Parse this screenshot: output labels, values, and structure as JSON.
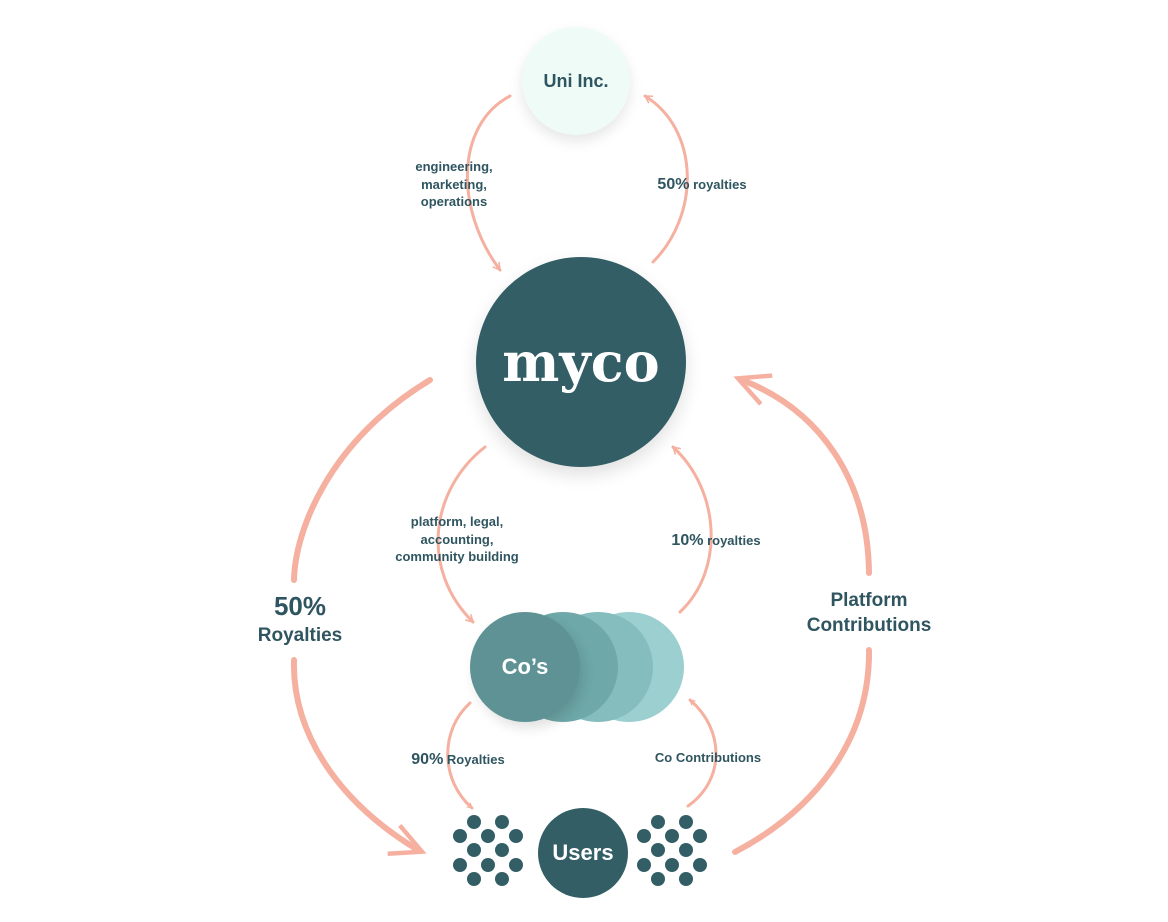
{
  "nodes": {
    "uni": "Uni Inc.",
    "myco": "myco",
    "cos": "Co’s",
    "users": "Users"
  },
  "labels": {
    "engineering": [
      "engineering,",
      "marketing,",
      "operations"
    ],
    "uni_royalties": {
      "pct": "50%",
      "text": "royalties"
    },
    "platform_services": [
      "platform, legal,",
      "accounting,",
      "community building"
    ],
    "co_royalties": {
      "pct": "10%",
      "text": "royalties"
    },
    "user_royalties_pct": "50%",
    "user_royalties_text": "Royalties",
    "platform_contributions": [
      "Platform",
      "Contributions"
    ],
    "co_user_royalties": {
      "pct": "90%",
      "text": "Royalties"
    },
    "co_contributions": "Co Contributions"
  },
  "colors": {
    "arrow": "#f5b0a0",
    "dark": "#335e66",
    "text": "#2f5560"
  }
}
